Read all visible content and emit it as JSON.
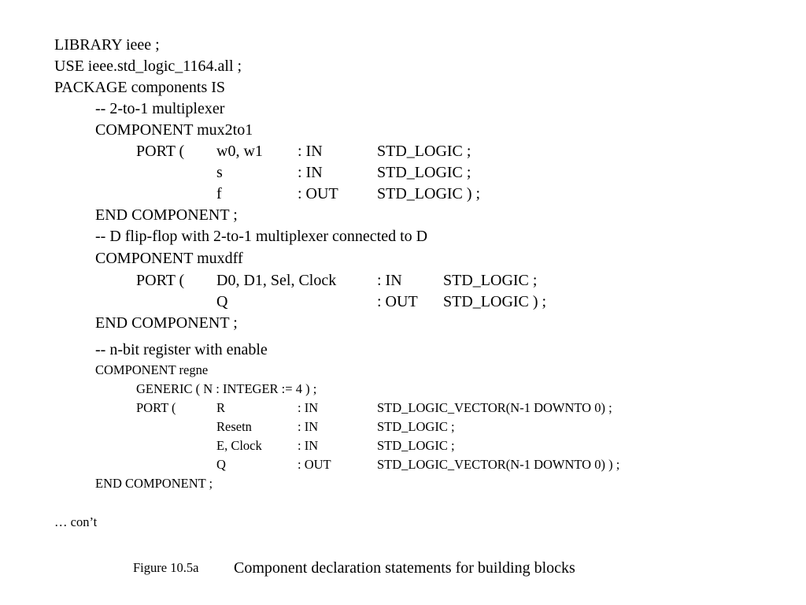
{
  "lines": {
    "l01": "LIBRARY ieee ;",
    "l02": "USE ieee.std_logic_1164.all ;",
    "l03": "PACKAGE components IS",
    "l04": "-- 2-to-1 multiplexer",
    "l05": "COMPONENT mux2to1",
    "l06_a": "PORT (",
    "l06_b": "w0, w1",
    "l06_c": ": IN",
    "l06_d": "STD_LOGIC ;",
    "l07_b": "s",
    "l07_c": ": IN",
    "l07_d": "STD_LOGIC ;",
    "l08_b": "f",
    "l08_c": ": OUT",
    "l08_d": "STD_LOGIC ) ;",
    "l09": "END COMPONENT ;",
    "l10": "-- D flip-flop with 2-to-1 multiplexer connected to D",
    "l11": "COMPONENT muxdff",
    "l12_a": "PORT (",
    "l12_b": "D0, D1, Sel, Clock",
    "l12_c": ": IN",
    "l12_d": "STD_LOGIC ;",
    "l13_b": "Q",
    "l13_c": ": OUT",
    "l13_d": "STD_LOGIC ) ;",
    "l14": "END COMPONENT ;",
    "l15": "-- n-bit register with enable",
    "l16": "COMPONENT regne",
    "l17": "GENERIC ( N : INTEGER := 4 ) ;",
    "l18_a": "PORT (",
    "l18_b": "R",
    "l18_c": ": IN",
    "l18_d": "STD_LOGIC_VECTOR(N-1 DOWNTO 0) ;",
    "l19_b": "Resetn",
    "l19_c": ": IN",
    "l19_d": "STD_LOGIC ;",
    "l20_b": "E, Clock",
    "l20_c": ": IN",
    "l20_d": "STD_LOGIC ;",
    "l21_b": "Q",
    "l21_c": ": OUT",
    "l21_d": "STD_LOGIC_VECTOR(N-1 DOWNTO 0) ) ;",
    "l22": "END COMPONENT ;",
    "l23": "… con’t"
  },
  "caption": {
    "label": "Figure 10.5a",
    "title": "Component declaration statements for building blocks"
  }
}
